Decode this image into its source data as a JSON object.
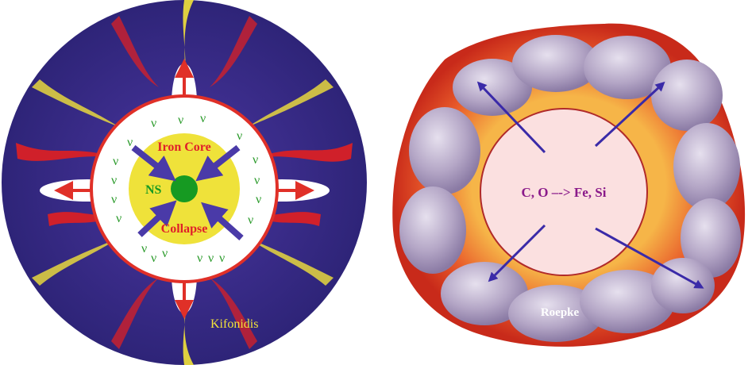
{
  "left_panel": {
    "outer_label_1": "Iron Core",
    "outer_label_2": "Collapse",
    "center_label": "NS",
    "neutrino_symbol": "ν",
    "credit": "Kifonidis",
    "colors": {
      "background": "#3a2a8a",
      "filaments_red": "#d0202a",
      "filaments_yellow": "#f2e23a",
      "white_disc": "#ffffff",
      "core": "#efe23a",
      "ns": "#169a22",
      "arrow_red": "#e03028",
      "arrow_blue": "#4a3aa8",
      "neutrino": "#2a9a2a",
      "label_red": "#e0202a"
    }
  },
  "right_panel": {
    "reaction_label": "C, O –-> Fe, Si",
    "credit": "Roepke",
    "colors": {
      "shell_red": "#e2482a",
      "shell_orange": "#f3a23a",
      "bubbles": "#b8aac8",
      "core_fill": "#fbe0e0",
      "core_stroke": "#b02a2a",
      "arrow_blue": "#3a2aa8",
      "label_purple": "#8a1a8a"
    }
  }
}
